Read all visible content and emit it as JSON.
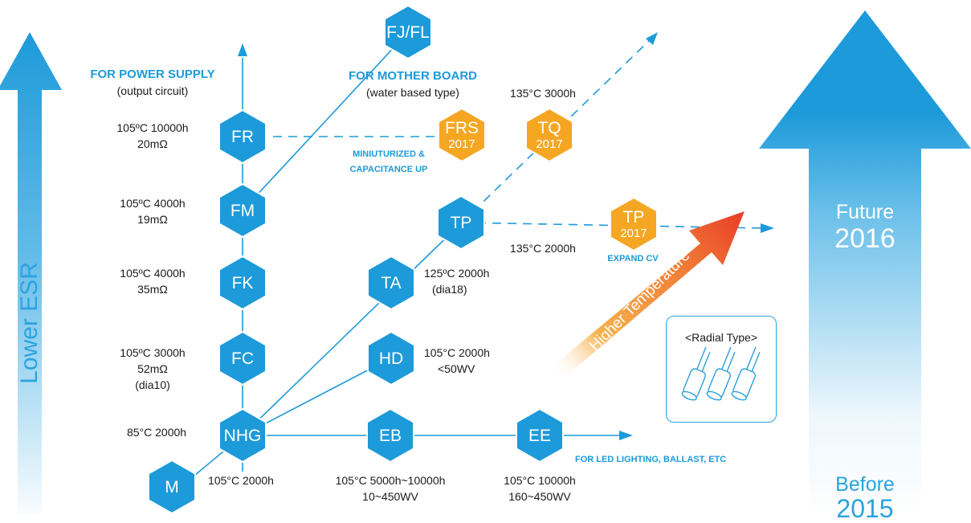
{
  "side_label": "Lower ESR",
  "big_arrow": {
    "top_label": "Future",
    "top_year": "2016",
    "bottom_label": "Before",
    "bottom_year": "2015"
  },
  "headers": {
    "power_supply": "FOR POWER SUPPLY",
    "power_supply_sub": "(output circuit)",
    "mother_board": "FOR MOTHER BOARD",
    "mother_board_sub": "(water based type)",
    "led": "FOR LED LIGHTING, BALLAST, ETC",
    "miniaturized_1": "MINIUTURIZED &",
    "miniaturized_2": "CAPACITANCE UP",
    "expand_cv": "EXPAND CV"
  },
  "hexagons": {
    "fjfl": "FJ/FL",
    "fr": "FR",
    "fm": "FM",
    "fk": "FK",
    "fc": "FC",
    "nhg": "NHG",
    "m": "M",
    "eb": "EB",
    "ee": "EE",
    "hd": "HD",
    "ta": "TA",
    "tp": "TP",
    "frs": "FRS",
    "frs_year": "2017",
    "tq": "TQ",
    "tq_year": "2017",
    "tp2": "TP",
    "tp2_year": "2017"
  },
  "specs": {
    "fr_1": "105ºC 10000h",
    "fr_2": "20mΩ",
    "fm_1": "105ºC 4000h",
    "fm_2": "19mΩ",
    "fk_1": "105ºC 4000h",
    "fk_2": "35mΩ",
    "fc_1": "105ºC 3000h",
    "fc_2": "52mΩ",
    "fc_3": "(dia10)",
    "nhg": "85°C 2000h",
    "m": "105°C 2000h",
    "eb_1": "105°C 5000h~10000h",
    "eb_2": "10~450WV",
    "ee_1": "105°C 10000h",
    "ee_2": "160~450WV",
    "hd_1": "105°C 2000h",
    "hd_2": "<50WV",
    "ta_1": "125ºC 2000h",
    "ta_2": "(dia18)",
    "tp": "135°C 2000h",
    "tq": "135°C 3000h"
  },
  "higher_temperature": "Higher Temperature",
  "radial_type": "<Radial Type>",
  "colors": {
    "blue": "#1d9ad9",
    "orange": "#f5a623",
    "red": "#ea4b2a"
  }
}
